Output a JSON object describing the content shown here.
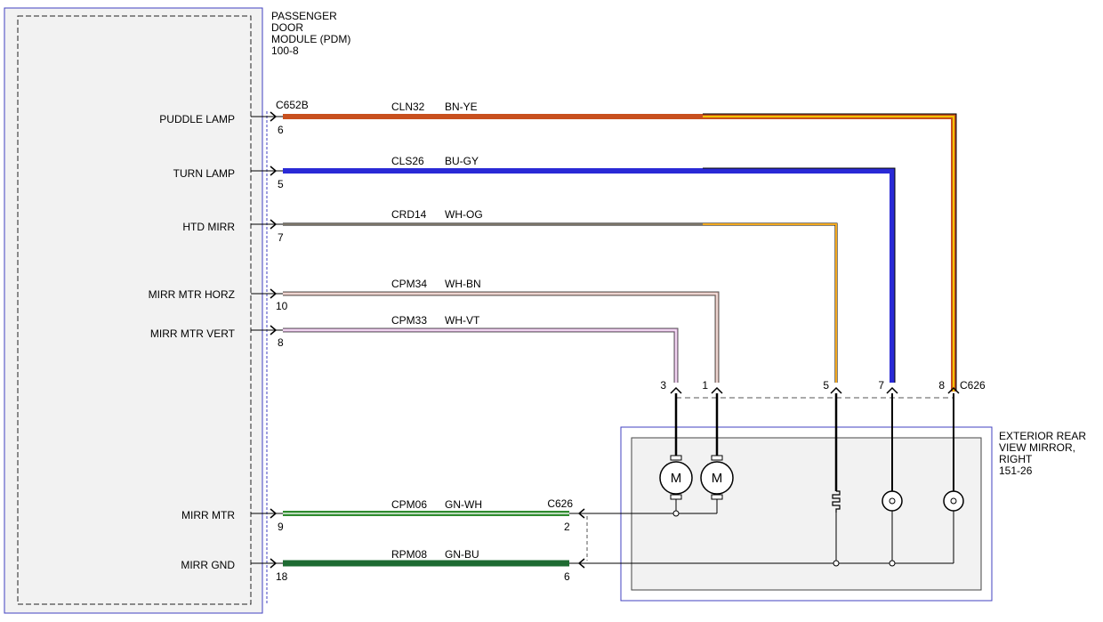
{
  "module": {
    "title_lines": [
      "PASSENGER",
      "DOOR",
      "MODULE (PDM)",
      "100-8"
    ]
  },
  "mirror": {
    "title_lines": [
      "EXTERIOR REAR",
      "VIEW MIRROR,",
      "RIGHT",
      "151-26"
    ]
  },
  "connectors": {
    "module_connector": "C652B",
    "mirror_connector_top": "C626",
    "mirror_connector_bottom": "C626"
  },
  "circuits": [
    {
      "label": "PUDDLE LAMP",
      "pin": "6",
      "circuit": "CLN32",
      "color_code": "BN-YE"
    },
    {
      "label": "TURN LAMP",
      "pin": "5",
      "circuit": "CLS26",
      "color_code": "BU-GY"
    },
    {
      "label": "HTD MIRR",
      "pin": "7",
      "circuit": "CRD14",
      "color_code": "WH-OG"
    },
    {
      "label": "MIRR MTR HORZ",
      "pin": "10",
      "circuit": "CPM34",
      "color_code": "WH-BN"
    },
    {
      "label": "MIRR MTR VERT",
      "pin": "8",
      "circuit": "CPM33",
      "color_code": "WH-VT"
    },
    {
      "label": "MIRR MTR",
      "pin": "9",
      "circuit": "CPM06",
      "color_code": "GN-WH"
    },
    {
      "label": "MIRR GND",
      "pin": "18",
      "circuit": "RPM08",
      "color_code": "GN-BU"
    }
  ],
  "mirror_pins_top": [
    "3",
    "1",
    "5",
    "7",
    "8"
  ],
  "mirror_pins_bottom": [
    "2",
    "6"
  ],
  "motors": [
    {
      "symbol": "M"
    },
    {
      "symbol": "M"
    }
  ],
  "colors": {
    "puddle_wire": "#c8501e",
    "puddle_wire_stripe": "#f2c300",
    "turn_wire": "#2a2ad6",
    "htd_stripe": "#f2a81e",
    "horz_stripe": "#d9a9a0",
    "vert_stripe": "#e0a8e0",
    "green_wh": "#2e8b2e",
    "green_bu": "#1e6b32",
    "box_border": "#4040c0",
    "box_fill": "#f2f2f2"
  }
}
